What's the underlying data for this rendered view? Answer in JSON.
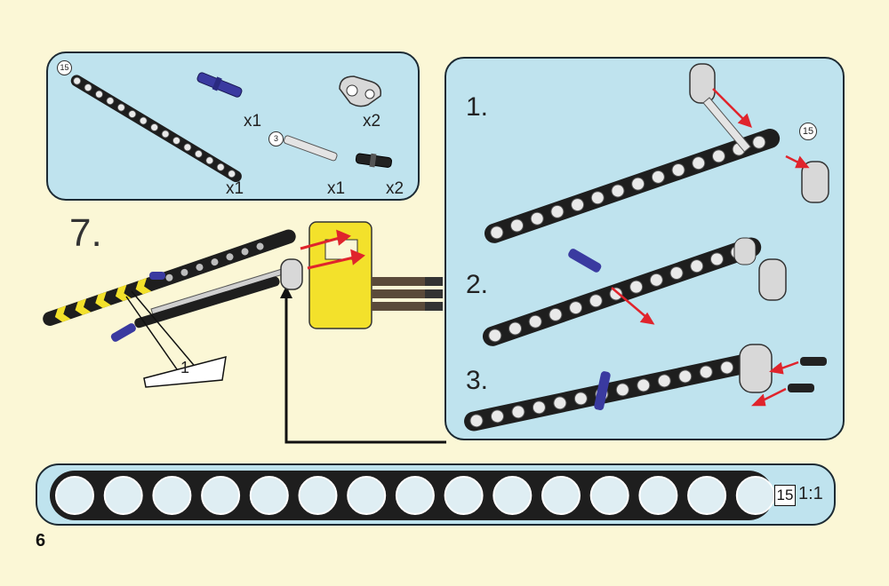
{
  "page_number": "6",
  "main_step": "7.",
  "parts_list": {
    "items": [
      {
        "name": "beam-15",
        "size_label": "15",
        "qty": "x1"
      },
      {
        "name": "blue-axle-pin",
        "qty": "x1"
      },
      {
        "name": "pin-connector",
        "qty": "x2"
      },
      {
        "name": "axle-3",
        "size_label": "3",
        "qty": "x1"
      },
      {
        "name": "black-friction-pin",
        "qty": "x2"
      }
    ]
  },
  "callout": {
    "label": "1"
  },
  "sub_steps": {
    "steps": [
      {
        "label": "1.",
        "size_label": "15"
      },
      {
        "label": "2."
      },
      {
        "label": "3."
      }
    ]
  },
  "scale_ruler": {
    "beam_length": "15",
    "ratio": "1:1",
    "holes": 15
  },
  "colors": {
    "page": "#fbf7d6",
    "panel": "#bfe3ee",
    "beam": "#1e1e1e",
    "arrow": "#e0242c",
    "yellow": "#f3e12b",
    "blue": "#3a3aa0"
  }
}
